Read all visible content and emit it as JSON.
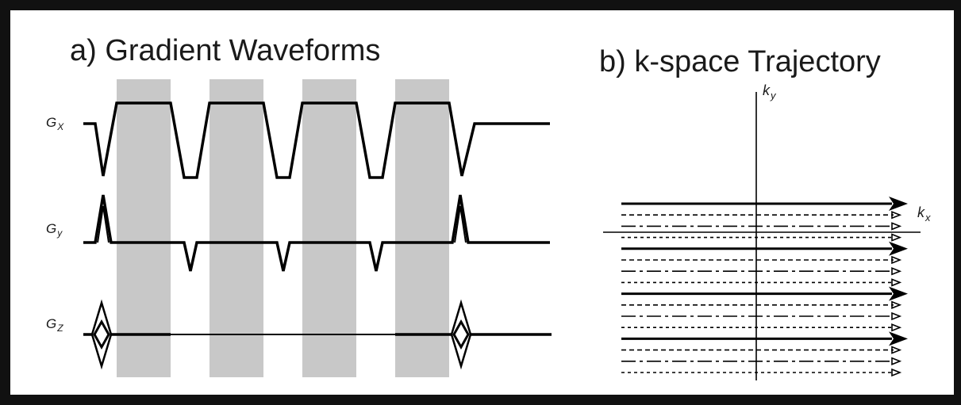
{
  "panel_a": {
    "title": "a) Gradient Waveforms",
    "labels": {
      "gx_main": "G",
      "gx_sub": "X",
      "gy_main": "G",
      "gy_sub": "y",
      "gz_main": "G",
      "gz_sub": "Z"
    }
  },
  "panel_b": {
    "title": "b) k-space Trajectory",
    "ky_main": "k",
    "ky_sub": "y",
    "kx_main": "k",
    "kx_sub": "x"
  },
  "colors": {
    "background": "#111111",
    "panel": "#ffffff",
    "stroke": "#000000",
    "shade": "#c8c8c8"
  }
}
